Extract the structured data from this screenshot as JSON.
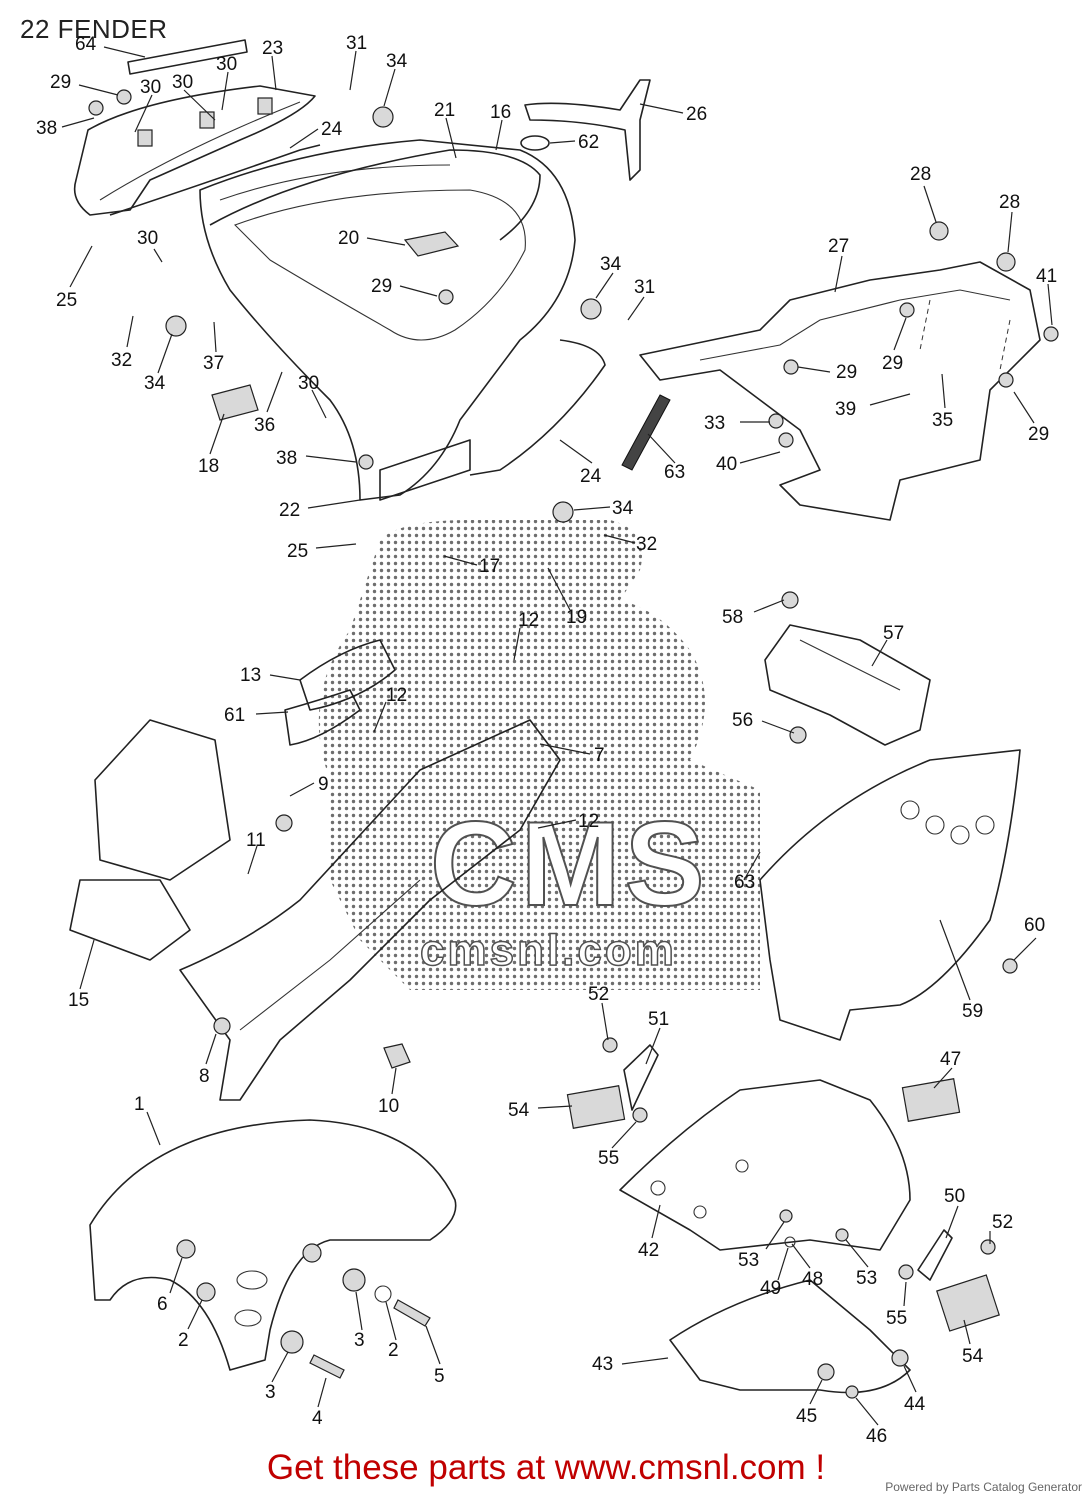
{
  "title": "22 FENDER",
  "cta_text": "Get these parts at www.cmsnl.com !",
  "powered_by": "Powered by Parts Catalog Generator",
  "watermark": {
    "line1": "CMS",
    "line2": "cmsnl.com"
  },
  "callouts": [
    {
      "id": "c64a",
      "text": "64"
    },
    {
      "id": "c23",
      "text": "23"
    },
    {
      "id": "c31a",
      "text": "31"
    },
    {
      "id": "c34a",
      "text": "34"
    },
    {
      "id": "c29a",
      "text": "29"
    },
    {
      "id": "c30a",
      "text": "30"
    },
    {
      "id": "c30b",
      "text": "30"
    },
    {
      "id": "c30c",
      "text": "30"
    },
    {
      "id": "c38a",
      "text": "38"
    },
    {
      "id": "c24a",
      "text": "24"
    },
    {
      "id": "c21",
      "text": "21"
    },
    {
      "id": "c16",
      "text": "16"
    },
    {
      "id": "c26",
      "text": "26"
    },
    {
      "id": "c62",
      "text": "62"
    },
    {
      "id": "c25a",
      "text": "25"
    },
    {
      "id": "c30d",
      "text": "30"
    },
    {
      "id": "c20",
      "text": "20"
    },
    {
      "id": "c29b",
      "text": "29"
    },
    {
      "id": "c34b",
      "text": "34"
    },
    {
      "id": "c31b",
      "text": "31"
    },
    {
      "id": "c28a",
      "text": "28"
    },
    {
      "id": "c28b",
      "text": "28"
    },
    {
      "id": "c27",
      "text": "27"
    },
    {
      "id": "c41",
      "text": "41"
    },
    {
      "id": "c32a",
      "text": "32"
    },
    {
      "id": "c34c",
      "text": "34"
    },
    {
      "id": "c37",
      "text": "37"
    },
    {
      "id": "c36",
      "text": "36"
    },
    {
      "id": "c30e",
      "text": "30"
    },
    {
      "id": "c18",
      "text": "18"
    },
    {
      "id": "c29c",
      "text": "29"
    },
    {
      "id": "c29d",
      "text": "29"
    },
    {
      "id": "c39",
      "text": "39"
    },
    {
      "id": "c35",
      "text": "35"
    },
    {
      "id": "c29e",
      "text": "29"
    },
    {
      "id": "c33",
      "text": "33"
    },
    {
      "id": "c63a",
      "text": "63"
    },
    {
      "id": "c40",
      "text": "40"
    },
    {
      "id": "c24b",
      "text": "24"
    },
    {
      "id": "c38b",
      "text": "38"
    },
    {
      "id": "c22",
      "text": "22"
    },
    {
      "id": "c34d",
      "text": "34"
    },
    {
      "id": "c32b",
      "text": "32"
    },
    {
      "id": "c25b",
      "text": "25"
    },
    {
      "id": "c17",
      "text": "17"
    },
    {
      "id": "c19",
      "text": "19"
    },
    {
      "id": "c58",
      "text": "58"
    },
    {
      "id": "c57",
      "text": "57"
    },
    {
      "id": "c12a",
      "text": "12"
    },
    {
      "id": "c13",
      "text": "13"
    },
    {
      "id": "c12b",
      "text": "12"
    },
    {
      "id": "c61",
      "text": "61"
    },
    {
      "id": "c56",
      "text": "56"
    },
    {
      "id": "c7",
      "text": "7"
    },
    {
      "id": "c9",
      "text": "9"
    },
    {
      "id": "c12c",
      "text": "12"
    },
    {
      "id": "c11",
      "text": "11"
    },
    {
      "id": "c63b",
      "text": "63"
    },
    {
      "id": "c60",
      "text": "60"
    },
    {
      "id": "c15",
      "text": "15"
    },
    {
      "id": "c59",
      "text": "59"
    },
    {
      "id": "c52a",
      "text": "52"
    },
    {
      "id": "c51",
      "text": "51"
    },
    {
      "id": "c8",
      "text": "8"
    },
    {
      "id": "c10",
      "text": "10"
    },
    {
      "id": "c47",
      "text": "47"
    },
    {
      "id": "c54a",
      "text": "54"
    },
    {
      "id": "c55a",
      "text": "55"
    },
    {
      "id": "c1",
      "text": "1"
    },
    {
      "id": "c50",
      "text": "50"
    },
    {
      "id": "c52b",
      "text": "52"
    },
    {
      "id": "c42",
      "text": "42"
    },
    {
      "id": "c53a",
      "text": "53"
    },
    {
      "id": "c49",
      "text": "49"
    },
    {
      "id": "c48",
      "text": "48"
    },
    {
      "id": "c53b",
      "text": "53"
    },
    {
      "id": "c6",
      "text": "6"
    },
    {
      "id": "c55b",
      "text": "55"
    },
    {
      "id": "c2a",
      "text": "2"
    },
    {
      "id": "c3a",
      "text": "3"
    },
    {
      "id": "c2b",
      "text": "2"
    },
    {
      "id": "c5",
      "text": "5"
    },
    {
      "id": "c54b",
      "text": "54"
    },
    {
      "id": "c43",
      "text": "43"
    },
    {
      "id": "c44",
      "text": "44"
    },
    {
      "id": "c3b",
      "text": "3"
    },
    {
      "id": "c45",
      "text": "45"
    },
    {
      "id": "c4",
      "text": "4"
    },
    {
      "id": "c46",
      "text": "46"
    }
  ]
}
